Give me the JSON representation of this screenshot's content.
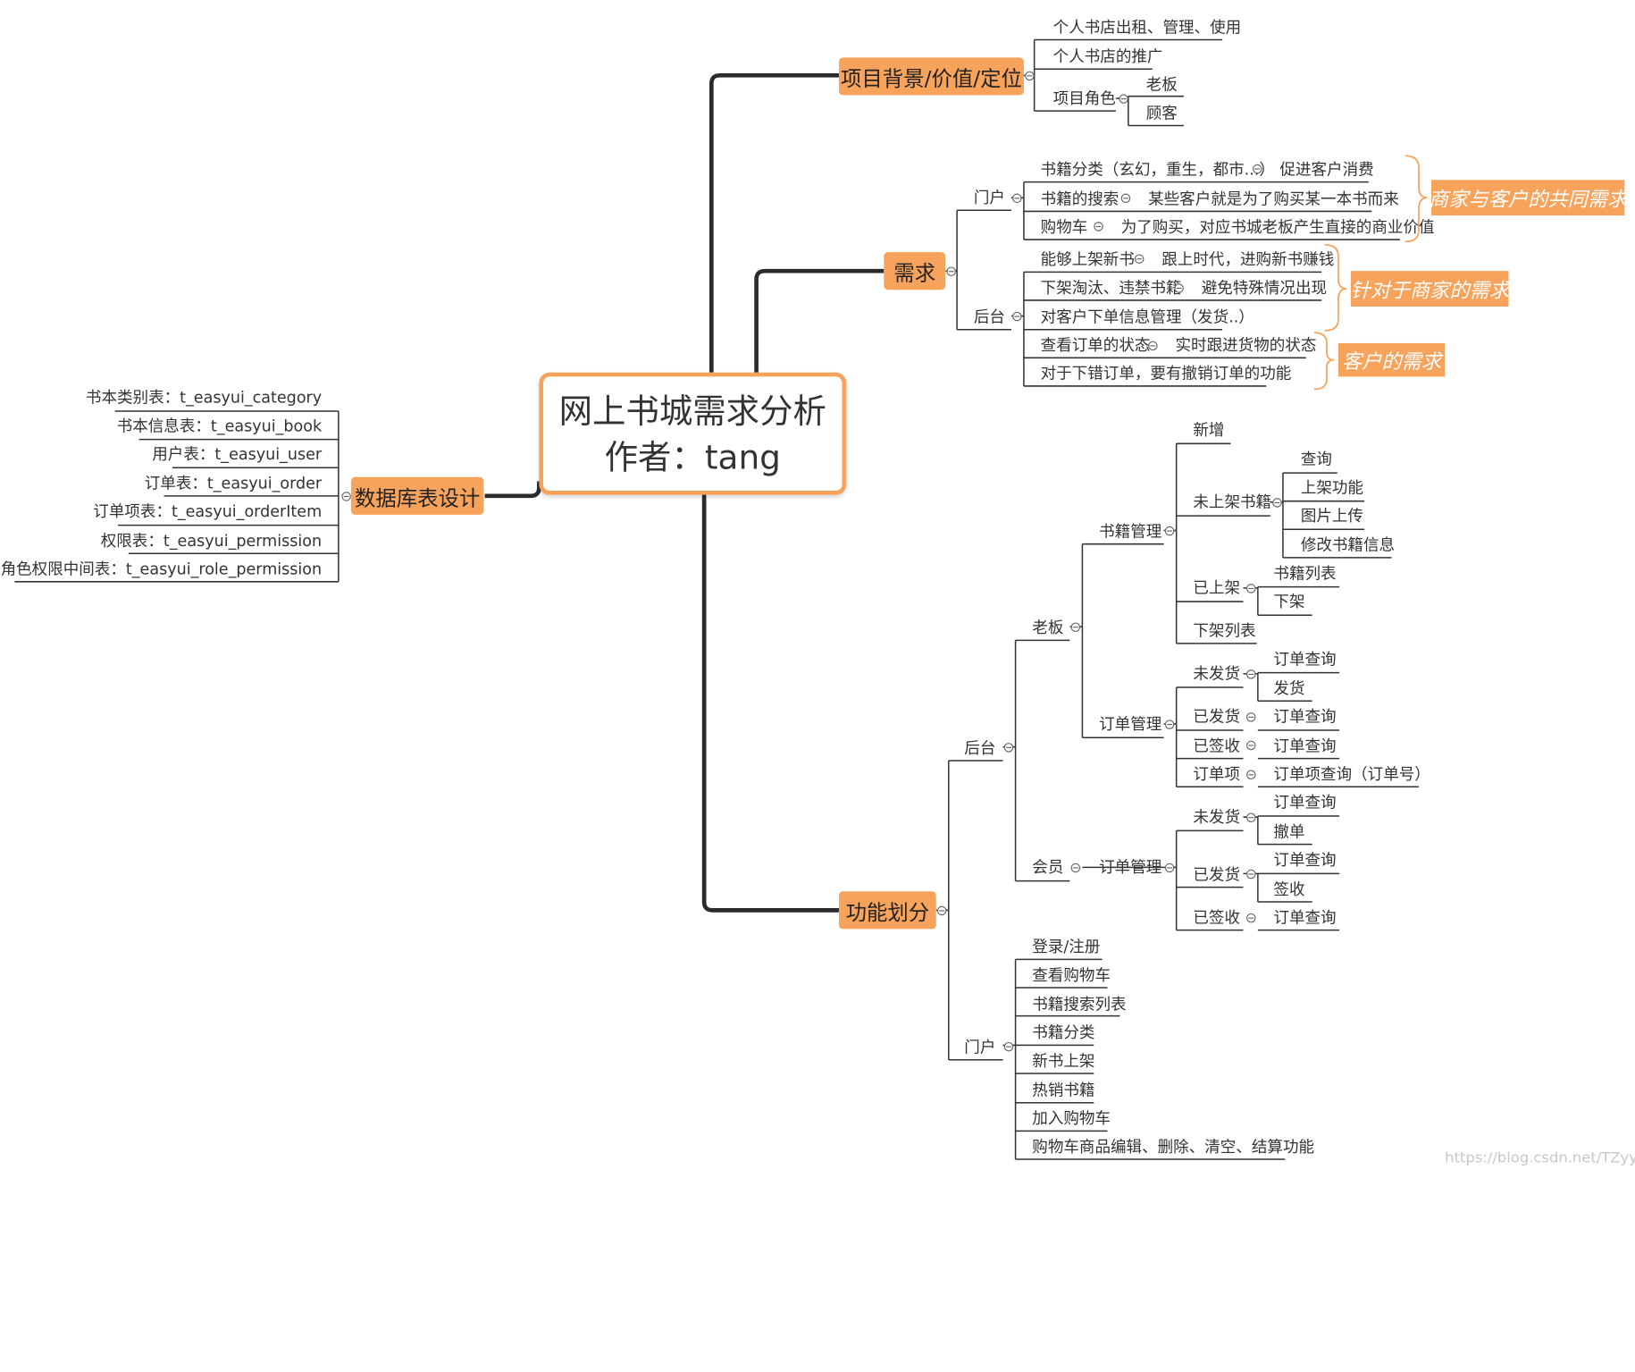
{
  "center": {
    "line1": "网上书城需求分析",
    "line2": "作者：tang"
  },
  "bg": {
    "title": "项目背景/价值/定位",
    "rent": "个人书店出租、管理、使用",
    "promo": "个人书店的推广",
    "roles": "项目角色",
    "boss": "老板",
    "customer": "顾客"
  },
  "req": {
    "title": "需求",
    "portal": "门户",
    "p1": "书籍分类（玄幻，重生，都市...）",
    "p1v": "促进客户消费",
    "p2": "书籍的搜索",
    "p2v": "某些客户就是为了购买某一本书而来",
    "p3": "购物车",
    "p3v": "为了购买，对应书城老板产生直接的商业价值",
    "backend": "后台",
    "b1": "能够上架新书",
    "b1v": "跟上时代，进购新书赚钱",
    "b2": "下架淘汰、违禁书籍",
    "b2v": "避免特殊情况出现",
    "b3": "对客户下单信息管理（发货..）",
    "b4": "查看订单的状态",
    "b4v": "实时跟进货物的状态",
    "b5": "对于下错订单，要有撤销订单的功能",
    "tag1": "商家与客户的共同需求",
    "tag2": "针对于商家的需求",
    "tag3": "客户的需求"
  },
  "db": {
    "title": "数据库表设计",
    "items": [
      "书本类别表：t_easyui_category",
      "书本信息表：t_easyui_book",
      "用户表：t_easyui_user",
      "订单表：t_easyui_order",
      "订单项表：t_easyui_orderItem",
      "权限表：t_easyui_permission",
      "用户角色权限中间表：t_easyui_role_permission"
    ]
  },
  "func": {
    "title": "功能划分",
    "backend": "后台",
    "boss": "老板",
    "book_mgmt": "书籍管理",
    "add": "新增",
    "unlisted": "未上架书籍",
    "query": "查询",
    "listing": "上架功能",
    "upload": "图片上传",
    "edit": "修改书籍信息",
    "listed": "已上架",
    "book_list": "书籍列表",
    "delist": "下架",
    "delisted_list": "下架列表",
    "order_mgmt": "订单管理",
    "unshipped": "未发货",
    "order_query": "订单查询",
    "ship": "发货",
    "shipped": "已发货",
    "signed": "已签收",
    "order_item": "订单项",
    "order_item_query": "订单项查询（订单号）",
    "member": "会员",
    "m_order_mgmt": "订单管理",
    "cancel": "撤单",
    "sign": "签收",
    "portal": "门户",
    "portal_items": [
      "登录/注册",
      "查看购物车",
      "书籍搜索列表",
      "书籍分类",
      "新书上架",
      "热销书籍",
      "加入购物车",
      "购物车商品编辑、删除、清空、结算功能"
    ]
  },
  "watermark": "https://blog.csdn.net/TZyybhs"
}
